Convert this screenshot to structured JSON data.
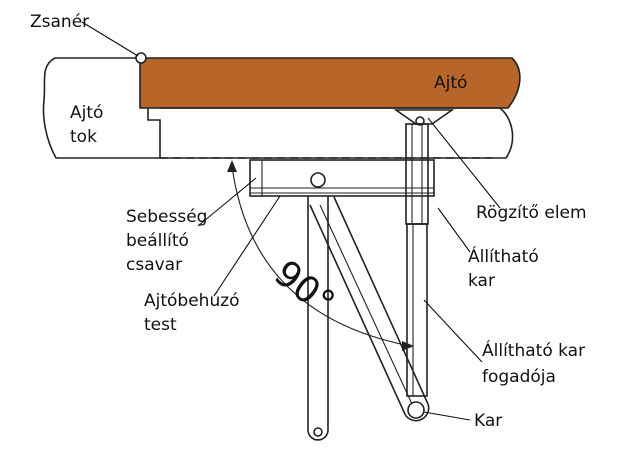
{
  "labels": {
    "hinge": "Zsanér",
    "door": "Ajtó",
    "frame_line1": "Ajtó",
    "frame_line2": "tok",
    "fixing": "Rögzítő elem",
    "speed_line1": "Sebesség",
    "speed_line2": "beállító",
    "speed_line3": "csavar",
    "body_line1": "Ajtóbehúzó",
    "body_line2": "test",
    "adj_line1": "Állítható",
    "adj_line2": "kar",
    "rec_line1": "Állítható kar",
    "rec_line2": "fogadója",
    "arm": "Kar",
    "angle": "90°"
  },
  "colors": {
    "door_fill": "#b8652a",
    "line": "#222222"
  }
}
